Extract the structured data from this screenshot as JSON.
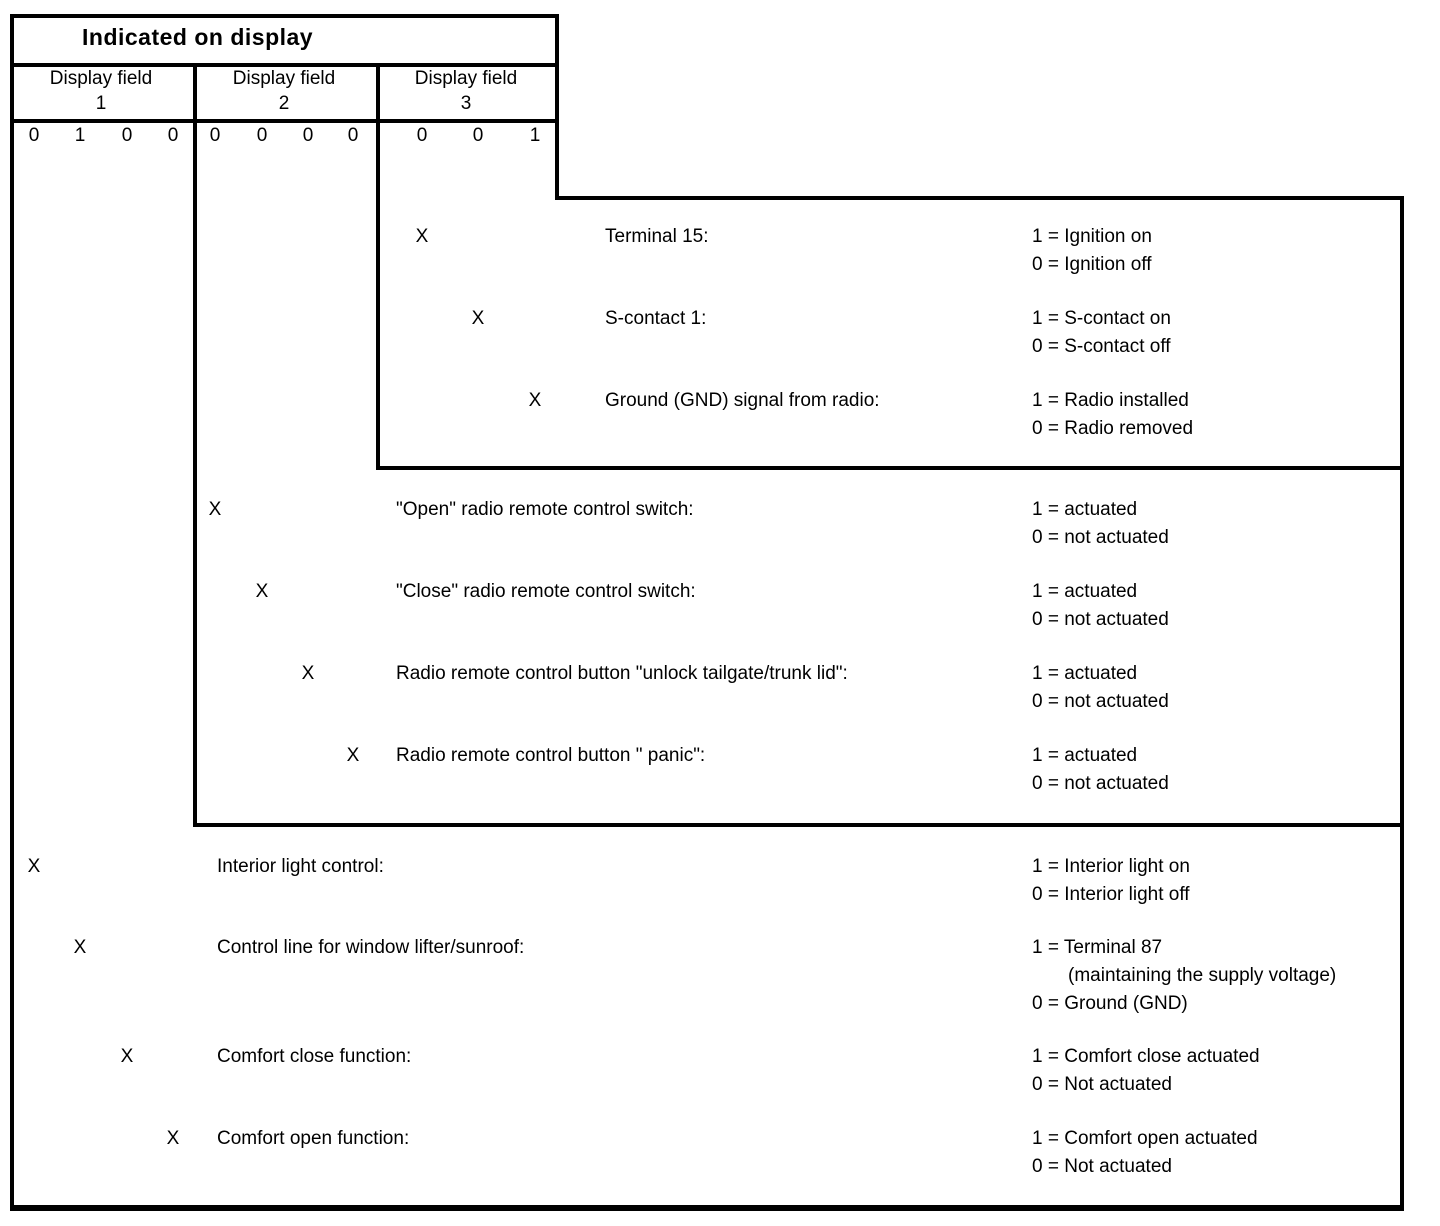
{
  "page": {
    "background_color": "#ffffff",
    "ink_color": "#000000"
  },
  "table": {
    "title": "Indicated on display",
    "columns": [
      {
        "label": "Display field",
        "number": "1",
        "bits": [
          "0",
          "1",
          "0",
          "0"
        ]
      },
      {
        "label": "Display field",
        "number": "2",
        "bits": [
          "0",
          "0",
          "0",
          "0"
        ]
      },
      {
        "label": "Display field",
        "number": "3",
        "bits": [
          "0",
          "0",
          "1"
        ]
      }
    ]
  },
  "marker": "X",
  "legend_rows": [
    {
      "display_field": 3,
      "bit": 1,
      "label": "Terminal 15:",
      "values": [
        "1 = Ignition on",
        "0 = Ignition off"
      ]
    },
    {
      "display_field": 3,
      "bit": 2,
      "label": "S-contact 1:",
      "values": [
        "1 = S-contact on",
        "0 = S-contact off"
      ]
    },
    {
      "display_field": 3,
      "bit": 3,
      "label": "Ground (GND) signal from radio:",
      "values": [
        "1 = Radio installed",
        "0 = Radio removed"
      ]
    },
    {
      "display_field": 2,
      "bit": 1,
      "label": "\"Open\" radio remote control switch:",
      "values": [
        "1 = actuated",
        "0 = not actuated"
      ]
    },
    {
      "display_field": 2,
      "bit": 2,
      "label": "\"Close\" radio remote control switch:",
      "values": [
        "1 = actuated",
        "0 = not actuated"
      ]
    },
    {
      "display_field": 2,
      "bit": 3,
      "label": "Radio remote control button \"unlock tailgate/trunk lid\":",
      "values": [
        "1 = actuated",
        "0 = not actuated"
      ]
    },
    {
      "display_field": 2,
      "bit": 4,
      "label": "Radio remote control button \" panic\":",
      "values": [
        "1 = actuated",
        "0 = not actuated"
      ]
    },
    {
      "display_field": 1,
      "bit": 1,
      "label": "Interior light control:",
      "values": [
        "1 = Interior light on",
        "0 = Interior light off"
      ]
    },
    {
      "display_field": 1,
      "bit": 2,
      "label": "Control line for window lifter/sunroof:",
      "values": [
        "1 = Terminal 87",
        "(maintaining the supply voltage)",
        "0 = Ground (GND)"
      ]
    },
    {
      "display_field": 1,
      "bit": 3,
      "label": "Comfort close function:",
      "values": [
        "1 = Comfort close actuated",
        "0 = Not actuated"
      ]
    },
    {
      "display_field": 1,
      "bit": 4,
      "label": "Comfort open function:",
      "values": [
        "1 = Comfort open actuated",
        "0 = Not actuated"
      ]
    }
  ]
}
